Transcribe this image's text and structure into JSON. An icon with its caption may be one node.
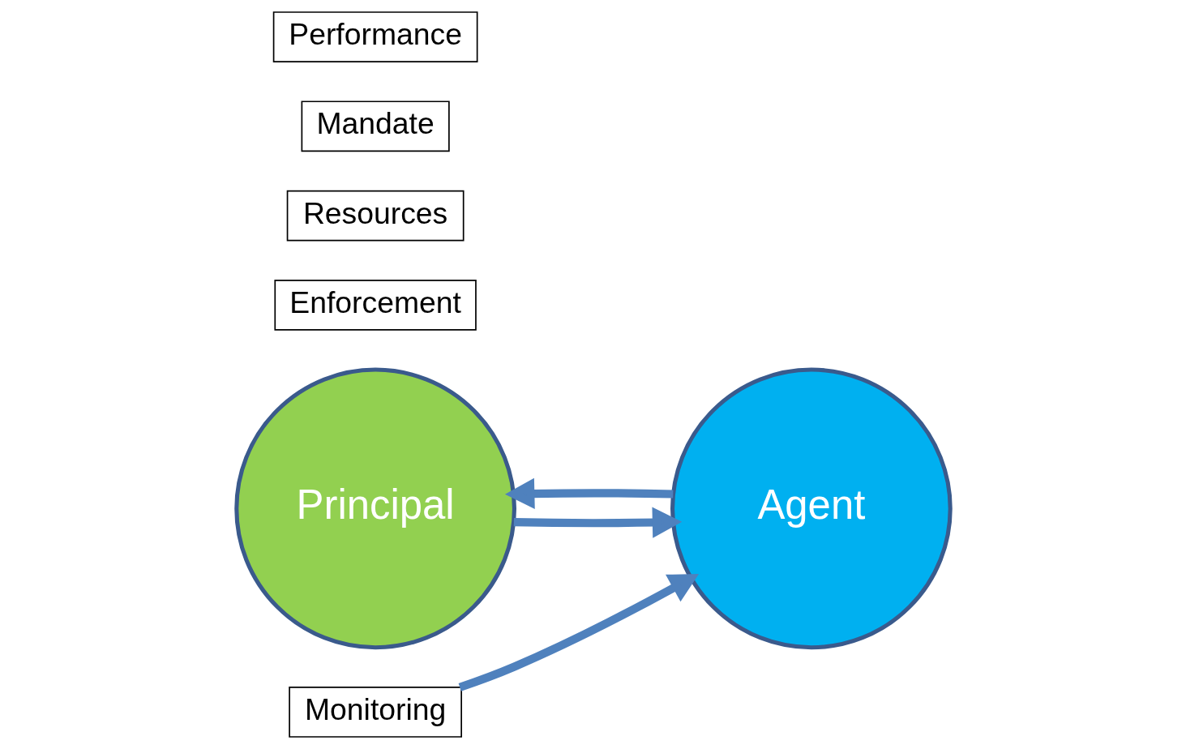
{
  "diagram": {
    "nodes": [
      {
        "text": [
          "Principal"
        ]
      },
      {
        "text": [
          "Agent"
        ]
      },
      {
        "text": [
          "Enforcement"
        ]
      },
      {
        "text": [
          "Resources"
        ]
      },
      {
        "text": [
          "Mandate"
        ]
      },
      {
        "text": [
          "Performance"
        ]
      },
      {
        "text": [
          "Monitoring"
        ]
      }
    ],
    "edges": [
      {
        "from": 0,
        "to": 1,
        "arrow": "to"
      },
      {
        "from": 1,
        "to": 0,
        "arrow": "to"
      },
      {
        "from": 6,
        "to": 1,
        "arrow": "to"
      }
    ]
  }
}
